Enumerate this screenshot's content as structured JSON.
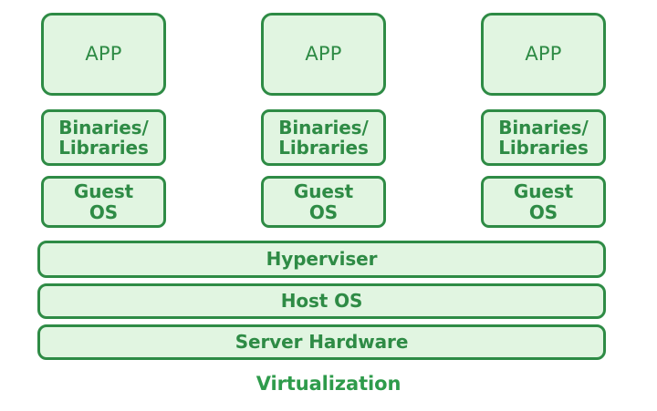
{
  "diagram": {
    "title": "Virtualization",
    "colors": {
      "box_fill": "#E1F5E1",
      "box_border": "#2E8B45",
      "text": "#2E8B45",
      "caption_text": "#2E9B4B",
      "background": "#FFFFFF"
    },
    "columns": [
      {
        "app": {
          "label": "APP"
        },
        "binaries": {
          "line1": "Binaries/",
          "line2": "Libraries"
        },
        "guest_os": {
          "line1": "Guest",
          "line2": "OS"
        }
      },
      {
        "app": {
          "label": "APP"
        },
        "binaries": {
          "line1": "Binaries/",
          "line2": "Libraries"
        },
        "guest_os": {
          "line1": "Guest",
          "line2": "OS"
        }
      },
      {
        "app": {
          "label": "APP"
        },
        "binaries": {
          "line1": "Binaries/",
          "line2": "Libraries"
        },
        "guest_os": {
          "line1": "Guest",
          "line2": "OS"
        }
      }
    ],
    "layers": [
      {
        "label": "Hyperviser"
      },
      {
        "label": "Host OS"
      },
      {
        "label": "Server Hardware"
      }
    ]
  }
}
